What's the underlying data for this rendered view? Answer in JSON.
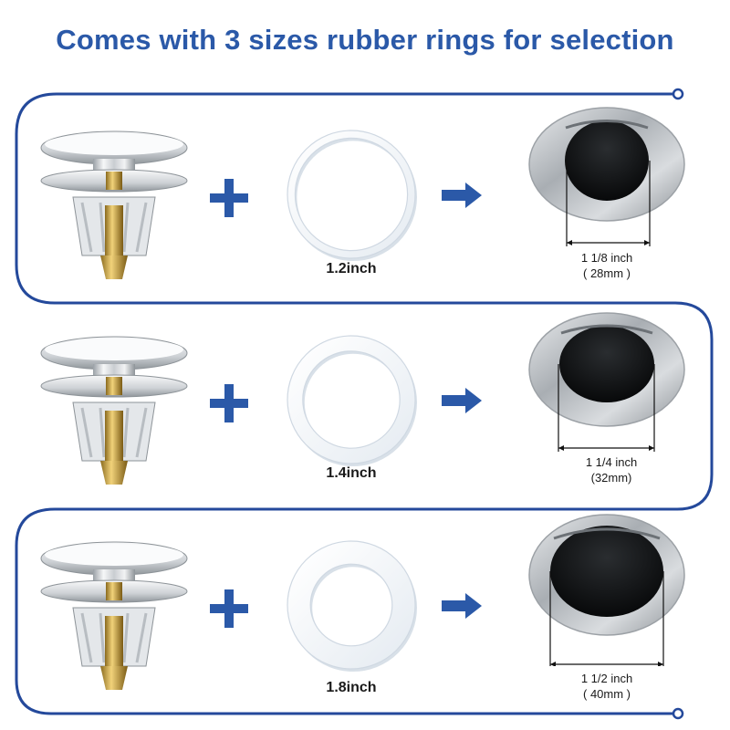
{
  "page": {
    "title": "Comes with 3 sizes rubber rings for selection"
  },
  "colors": {
    "accent": "#2b59a8",
    "frame": "#24499b",
    "text": "#1a1a1a"
  },
  "icons": {
    "plus": "plus-icon",
    "arrow": "arrow-right-icon"
  },
  "rows": [
    {
      "ring_label": "1.2inch",
      "drain_size": "1 1/8 inch",
      "drain_mm": "( 28mm )",
      "ring_thickness": 0.12
    },
    {
      "ring_label": "1.4inch",
      "drain_size": "1 1/4 inch",
      "drain_mm": "(32mm)",
      "ring_thickness": 0.24
    },
    {
      "ring_label": "1.8inch",
      "drain_size": "1 1/2 inch",
      "drain_mm": "( 40mm )",
      "ring_thickness": 0.36
    }
  ]
}
